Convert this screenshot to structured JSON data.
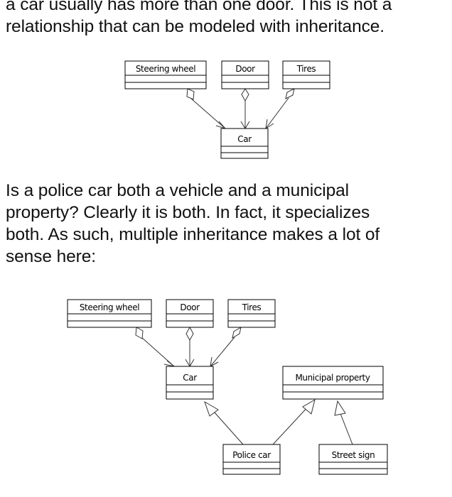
{
  "text": {
    "paragraph1": [
      "a car usually has more than one door. This is not a",
      "relationship that can be modeled with inheritance."
    ],
    "paragraph2": [
      "Is a police car both a vehicle and a municipal",
      "property? Clearly it is both. In fact, it specializes",
      "both. As such, multiple inheritance makes a lot of",
      "sense here:"
    ]
  },
  "diagram1": {
    "classes": {
      "steering_wheel": "Steering wheel",
      "door": "Door",
      "tires": "Tires",
      "car": "Car"
    },
    "relations": [
      {
        "from": "steering_wheel",
        "to": "car",
        "type": "aggregation"
      },
      {
        "from": "door",
        "to": "car",
        "type": "aggregation"
      },
      {
        "from": "tires",
        "to": "car",
        "type": "aggregation"
      }
    ]
  },
  "diagram2": {
    "classes": {
      "steering_wheel": "Steering wheel",
      "door": "Door",
      "tires": "Tires",
      "car": "Car",
      "municipal_property": "Municipal property",
      "police_car": "Police car",
      "street_sign": "Street sign"
    },
    "relations": [
      {
        "from": "steering_wheel",
        "to": "car",
        "type": "aggregation"
      },
      {
        "from": "door",
        "to": "car",
        "type": "aggregation"
      },
      {
        "from": "tires",
        "to": "car",
        "type": "aggregation"
      },
      {
        "from": "police_car",
        "to": "car",
        "type": "generalization"
      },
      {
        "from": "police_car",
        "to": "municipal_property",
        "type": "generalization"
      },
      {
        "from": "street_sign",
        "to": "municipal_property",
        "type": "generalization"
      }
    ]
  }
}
